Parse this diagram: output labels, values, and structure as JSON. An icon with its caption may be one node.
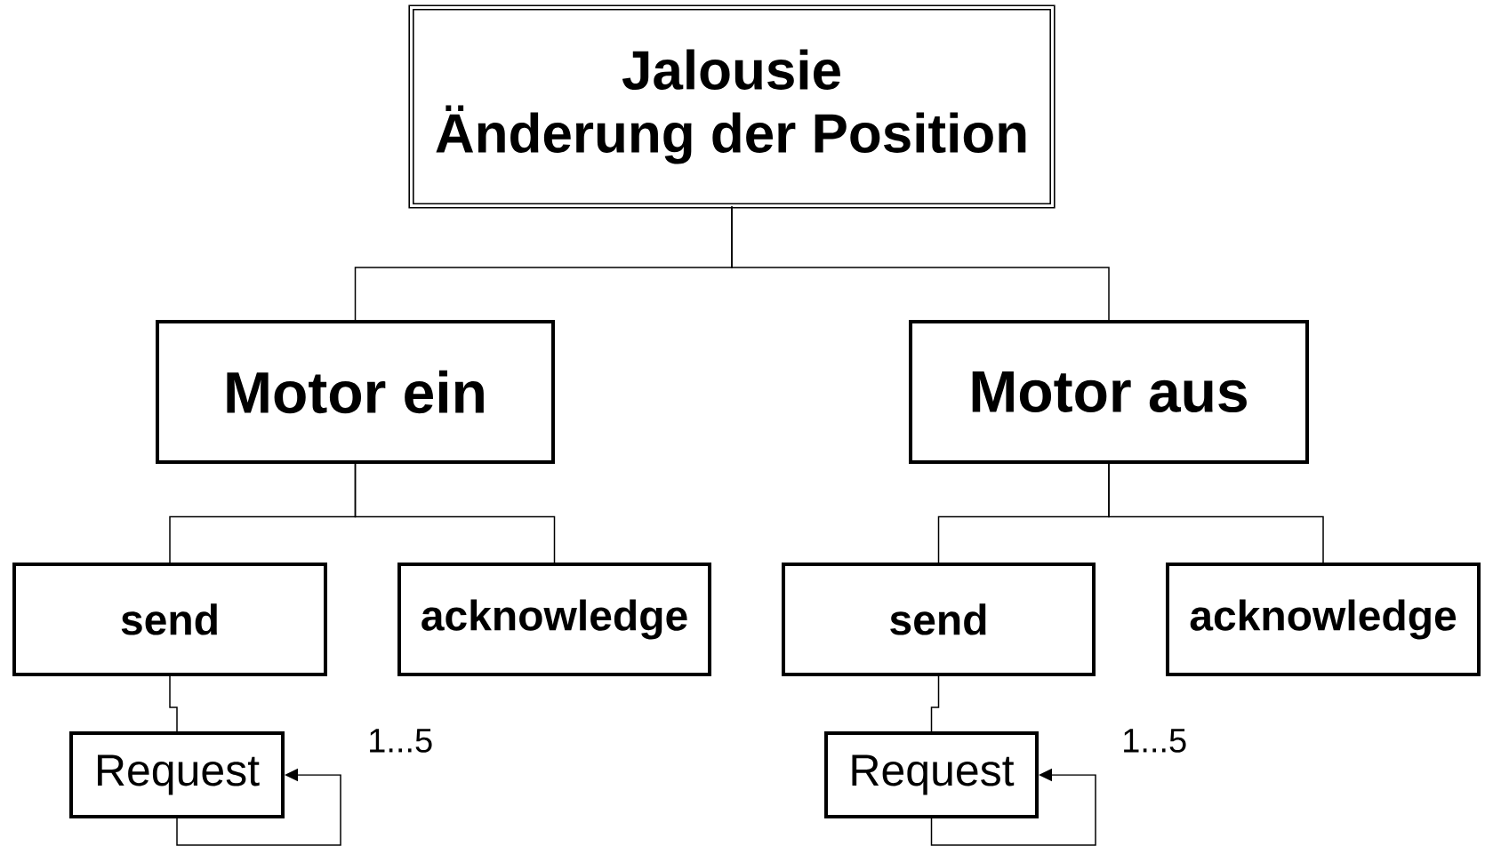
{
  "diagram": {
    "nodes": [
      {
        "text": [
          "Jalousie",
          "Änderung der Position"
        ]
      },
      {
        "text": [
          "Motor ein"
        ]
      },
      {
        "text": [
          "Motor aus"
        ]
      },
      {
        "text": [
          "send"
        ]
      },
      {
        "text": [
          "acknowledge"
        ]
      },
      {
        "text": [
          "send"
        ]
      },
      {
        "text": [
          "acknowledge"
        ]
      },
      {
        "text": [
          "Request"
        ]
      },
      {
        "text": [
          "Request"
        ]
      }
    ],
    "edges": [
      {
        "from": 0,
        "to": 1,
        "arrow": "none"
      },
      {
        "from": 0,
        "to": 2,
        "arrow": "none"
      },
      {
        "from": 1,
        "to": 3,
        "arrow": "none"
      },
      {
        "from": 1,
        "to": 4,
        "arrow": "none"
      },
      {
        "from": 2,
        "to": 5,
        "arrow": "none"
      },
      {
        "from": 2,
        "to": 6,
        "arrow": "none"
      },
      {
        "from": 3,
        "to": 7,
        "arrow": "none"
      },
      {
        "from": 5,
        "to": 8,
        "arrow": "none"
      },
      {
        "from": 7,
        "to": 7,
        "arrow": "to",
        "label": "1...5"
      },
      {
        "from": 8,
        "to": 8,
        "arrow": "to",
        "label": "1...5"
      }
    ]
  }
}
